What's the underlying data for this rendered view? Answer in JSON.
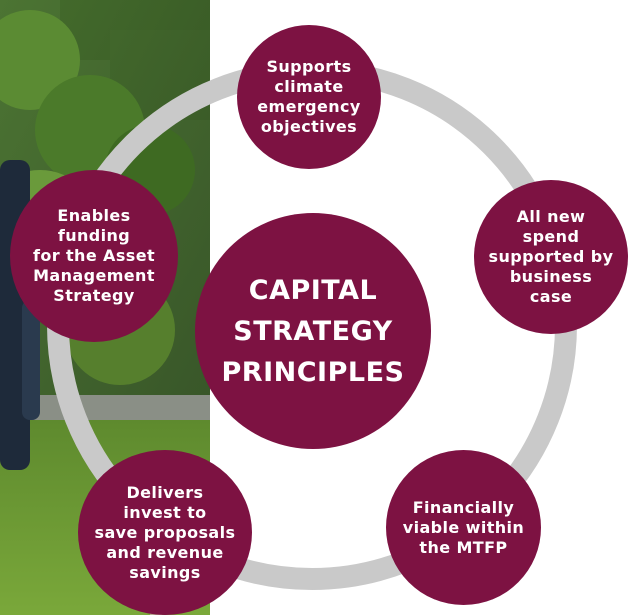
{
  "colors": {
    "node_fill": "#7d1242",
    "ring": "#c9c9c9",
    "text": "#ffffff"
  },
  "center": {
    "label": "CAPITAL\nSTRATEGY\nPRINCIPLES"
  },
  "principles": [
    {
      "label": "Supports\nclimate\nemergency\nobjectives"
    },
    {
      "label": "All new\nspend\nsupported by\nbusiness\ncase"
    },
    {
      "label": "Financially\nviable within\nthe MTFP"
    },
    {
      "label": "Delivers\ninvest to\nsave proposals\nand revenue\nsavings"
    },
    {
      "label": "Enables\nfunding\nfor the Asset\nManagement\nStrategy"
    }
  ],
  "background_image": {
    "description_icon": "photo-garden-person"
  }
}
